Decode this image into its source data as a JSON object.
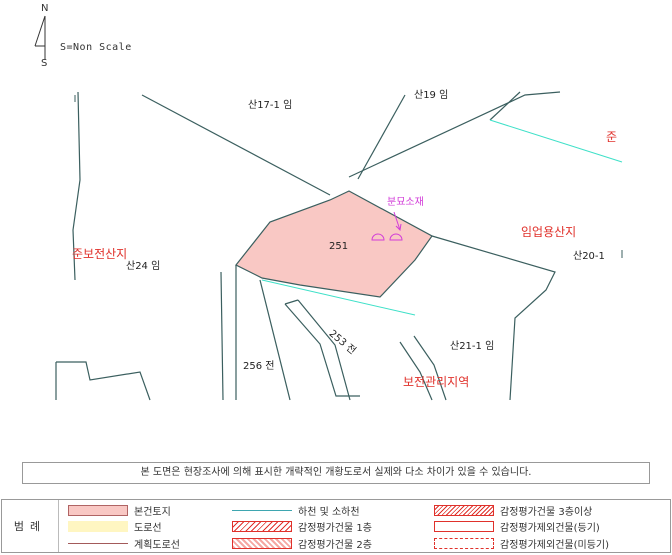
{
  "compass": {
    "north": "N",
    "south": "S",
    "scale": "S=Non Scale"
  },
  "map": {
    "parcels": {
      "p1": "산17-1 임",
      "p2": "산19 임",
      "p3": "251",
      "p4": "산24 임",
      "p5": "산20-1 ",
      "p6": "253 전",
      "p7": "산21-1 임",
      "p8": "256 전"
    },
    "zones": {
      "z1": "준보전산지",
      "z2": "임업용산지",
      "z3": "보전관리지역",
      "z4": "준"
    },
    "grave_label": "분묘소재"
  },
  "notice": "본 도면은 현장조사에 의해 표시한 개략적인 개황도로서 실제와 다소 차이가 있을 수 있습니다.",
  "legend": {
    "title": "범례",
    "items": [
      {
        "label": "본건토지"
      },
      {
        "label": "하천 및 소하천"
      },
      {
        "label": "감정평가건물 3층이상"
      },
      {
        "label": "도로선"
      },
      {
        "label": "감정평가건물 1층"
      },
      {
        "label": "감정평가제외건물(등기)"
      },
      {
        "label": "계획도로선"
      },
      {
        "label": "감정평가건물 2층"
      },
      {
        "label": "감정평가제외건물(미등기)"
      }
    ]
  },
  "colors": {
    "subject_fill": "#f9c8c4",
    "boundary": "#3b5f5f",
    "stream": "#3ee0c8",
    "zone_text": "#e0312b",
    "grave": "#d23cd8",
    "road_line": "#fff6c2",
    "plan_road": "#a35a5a",
    "building": "#e0312b"
  }
}
